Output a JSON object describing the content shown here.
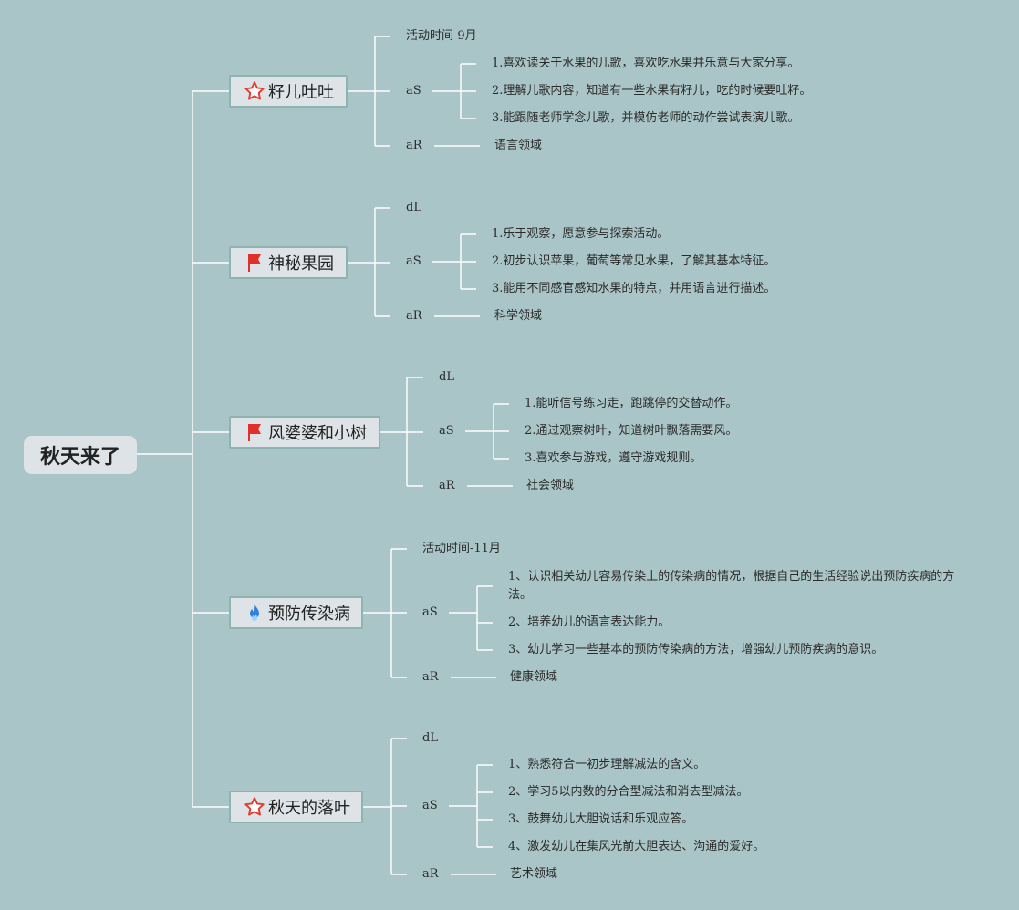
{
  "root": {
    "title": "秋天来了"
  },
  "topics": [
    {
      "title": "籽儿吐吐",
      "icon": "star-outline-icon",
      "header": "活动时间-9月",
      "goal_key": "aS",
      "goals": [
        "1.喜欢读关于水果的儿歌，喜欢吃水果并乐意与大家分享。",
        "2.理解儿歌内容，知道有一些水果有籽儿，吃的时候要吐籽。",
        "3.能跟随老师学念儿歌，并模仿老师的动作尝试表演儿歌。"
      ],
      "area_key": "aR",
      "area": "语言领域"
    },
    {
      "title": "神秘果园",
      "icon": "red-flag-icon",
      "header": "dL",
      "goal_key": "aS",
      "goals": [
        "1.乐于观察，愿意参与探索活动。",
        "2.初步认识苹果，葡萄等常见水果，了解其基本特征。",
        "3.能用不同感官感知水果的特点，并用语言进行描述。"
      ],
      "area_key": "aR",
      "area": "科学领域"
    },
    {
      "title": "风婆婆和小树",
      "icon": "red-flag-icon",
      "header": "dL",
      "goal_key": "aS",
      "goals": [
        "1.能听信号练习走，跑跳停的交替动作。",
        "2.通过观察树叶，知道树叶飘落需要风。",
        "3.喜欢参与游戏，遵守游戏规则。"
      ],
      "area_key": "aR",
      "area": "社会领域"
    },
    {
      "title": "预防传染病",
      "icon": "flame-icon",
      "header": "活动时间-11月",
      "goal_key": "aS",
      "goals": [
        "1、认识相关幼儿容易传染上的传染病的情况，根据自己的生活经验说出预防疾病的方法。",
        "2、培养幼儿的语言表达能力。",
        "3、幼儿学习一些基本的预防传染病的方法，增强幼儿预防疾病的意识。"
      ],
      "area_key": "aR",
      "area": "健康领域"
    },
    {
      "title": "秋天的落叶",
      "icon": "star-outline-icon",
      "header": "dL",
      "goal_key": "aS",
      "goals": [
        "1、熟悉符合一初步理解减法的含义。",
        "2、学习5以内数的分合型减法和消去型减法。",
        "3、鼓舞幼儿大胆说话和乐观应答。",
        "4、激发幼儿在集风光前大胆表达、沟通的爱好。"
      ],
      "area_key": "aR",
      "area": "艺术领域"
    }
  ],
  "colors": {
    "background": "#aac5c8",
    "connector": "#ffffff",
    "star": "#e23b2e",
    "flag": "#e0302b",
    "flame": "#2f7fdc"
  }
}
